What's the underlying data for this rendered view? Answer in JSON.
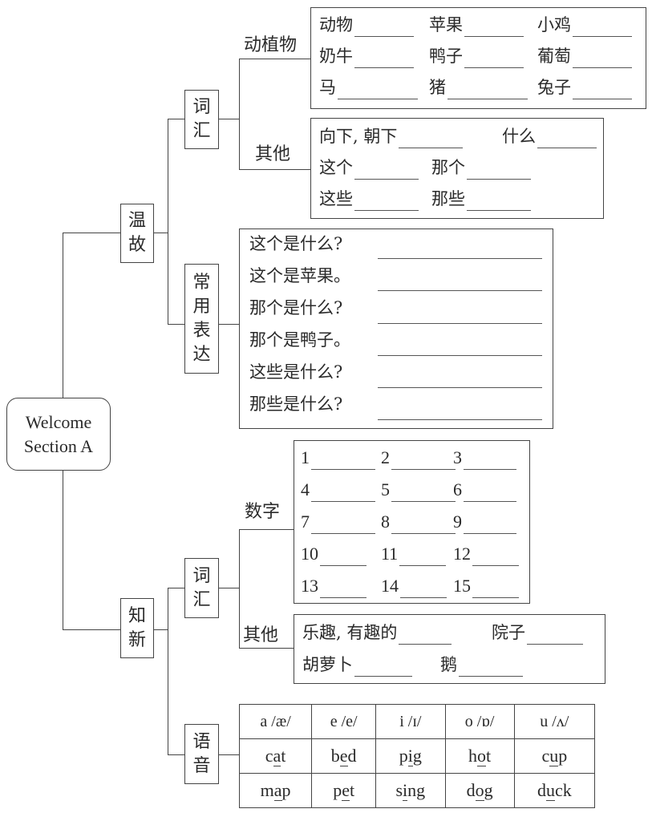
{
  "root": {
    "line1": "Welcome",
    "line2": "Section A"
  },
  "review": {
    "label_chars": [
      "温",
      "故"
    ],
    "vocab": {
      "label_chars": [
        "词",
        "汇"
      ],
      "animals_plants": {
        "label": "动植物",
        "rows": [
          [
            "动物",
            "苹果",
            "小鸡"
          ],
          [
            "奶牛",
            "鸭子",
            "葡萄"
          ],
          [
            "马",
            "猪",
            "兔子"
          ]
        ]
      },
      "other": {
        "label": "其他",
        "rows": [
          [
            "向下, 朝下",
            "什么"
          ],
          [
            "这个",
            "那个"
          ],
          [
            "这些",
            "那些"
          ]
        ]
      }
    },
    "expressions": {
      "label_chars": [
        "常",
        "用",
        "表",
        "达"
      ],
      "items": [
        "这个是什么?",
        "这个是苹果。",
        "那个是什么?",
        "那个是鸭子。",
        "这些是什么?",
        "那些是什么?"
      ]
    }
  },
  "new_knowledge": {
    "label_chars": [
      "知",
      "新"
    ],
    "vocab": {
      "label_chars": [
        "词",
        "汇"
      ],
      "numbers": {
        "label": "数字",
        "rows": [
          [
            "1",
            "2",
            "3"
          ],
          [
            "4",
            "5",
            "6"
          ],
          [
            "7",
            "8",
            "9"
          ],
          [
            "10",
            "11",
            "12"
          ],
          [
            "13",
            "14",
            "15"
          ]
        ]
      },
      "other": {
        "label": "其他",
        "rows": [
          [
            "乐趣, 有趣的",
            "院子"
          ],
          [
            "胡萝卜",
            "鹅"
          ]
        ]
      }
    },
    "phonics": {
      "label_chars": [
        "语",
        "音"
      ],
      "headers": [
        "a /æ/",
        "e /e/",
        "i /ɪ/",
        "o /ɒ/",
        "u /ʌ/"
      ],
      "rows": [
        [
          {
            "pre": "c",
            "hl": "a",
            "post": "t"
          },
          {
            "pre": "b",
            "hl": "e",
            "post": "d"
          },
          {
            "pre": "p",
            "hl": "i",
            "post": "g"
          },
          {
            "pre": "h",
            "hl": "o",
            "post": "t"
          },
          {
            "pre": "c",
            "hl": "u",
            "post": "p"
          }
        ],
        [
          {
            "pre": "m",
            "hl": "a",
            "post": "p"
          },
          {
            "pre": "p",
            "hl": "e",
            "post": "t"
          },
          {
            "pre": "s",
            "hl": "i",
            "post": "ng"
          },
          {
            "pre": "d",
            "hl": "o",
            "post": "g"
          },
          {
            "pre": "d",
            "hl": "u",
            "post": "ck"
          }
        ]
      ]
    }
  }
}
